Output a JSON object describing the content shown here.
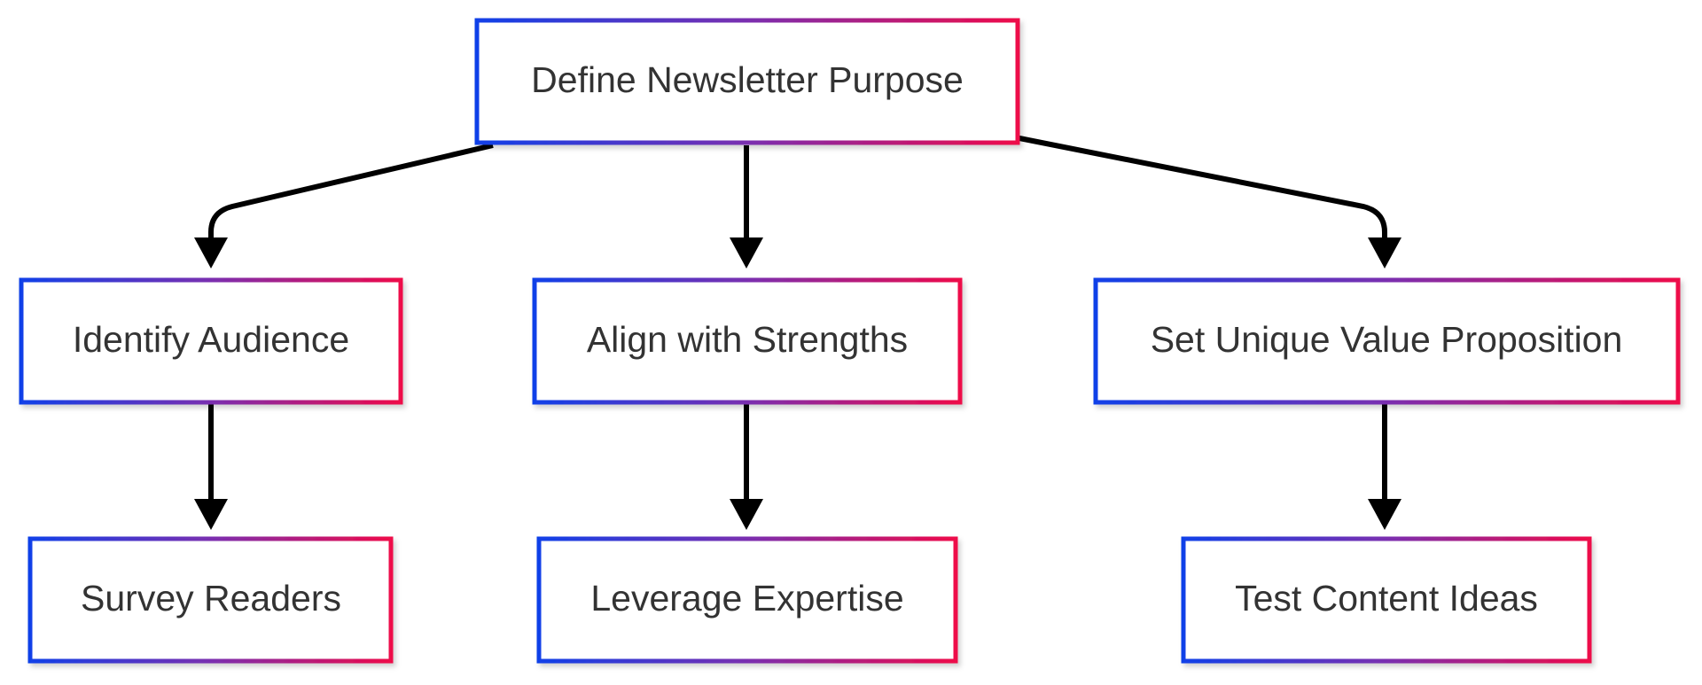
{
  "colors": {
    "border_left": "#1140e8",
    "border_right": "#ee0a4a",
    "arrow": "#000000",
    "text": "#333333",
    "background": "#ffffff"
  },
  "diagram": {
    "type": "flowchart",
    "nodes": {
      "root": "Define Newsletter Purpose",
      "identify_audience": "Identify Audience",
      "align_strengths": "Align with Strengths",
      "value_proposition": "Set Unique Value Proposition",
      "survey_readers": "Survey Readers",
      "leverage_expertise": "Leverage Expertise",
      "test_content": "Test Content Ideas"
    },
    "edges": [
      {
        "from": "root",
        "to": "identify_audience"
      },
      {
        "from": "root",
        "to": "align_strengths"
      },
      {
        "from": "root",
        "to": "value_proposition"
      },
      {
        "from": "identify_audience",
        "to": "survey_readers"
      },
      {
        "from": "align_strengths",
        "to": "leverage_expertise"
      },
      {
        "from": "value_proposition",
        "to": "test_content"
      }
    ]
  }
}
